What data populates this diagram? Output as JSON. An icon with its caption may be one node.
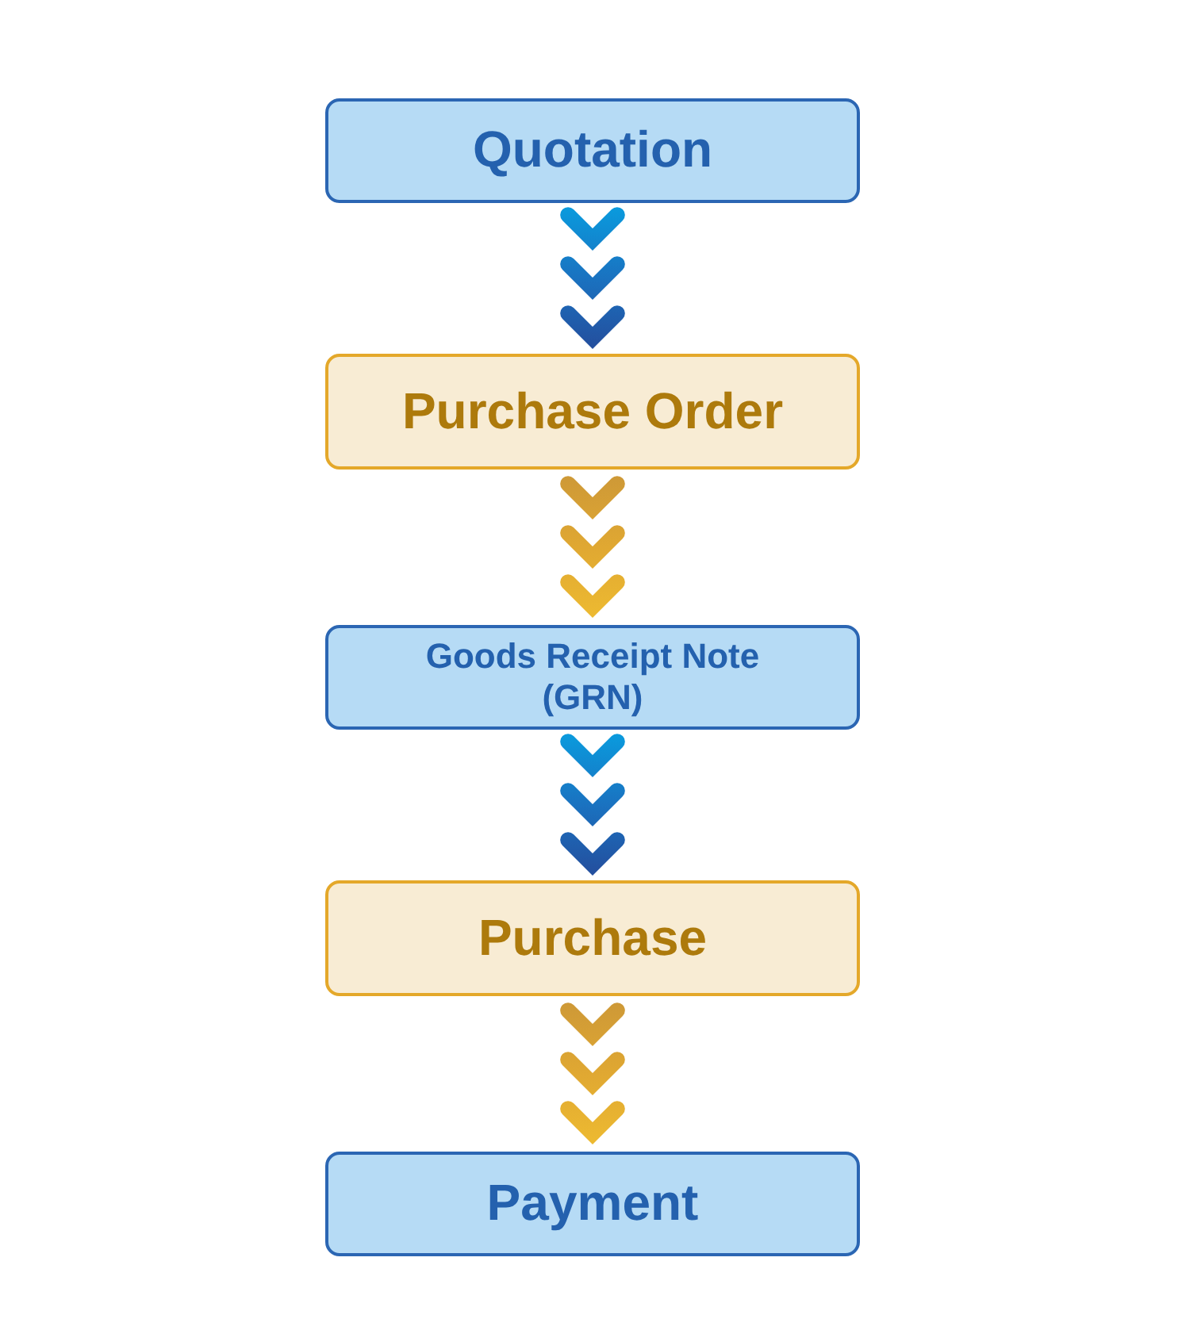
{
  "diagram": {
    "nodes": [
      {
        "text": [
          "Quotation"
        ]
      },
      {
        "text": [
          "Purchase Order"
        ]
      },
      {
        "text": [
          "Goods Receipt Note (GRN)"
        ]
      },
      {
        "text": [
          "Purchase"
        ]
      },
      {
        "text": [
          "Payment"
        ]
      }
    ],
    "edges": [
      {
        "from": 0,
        "to": 1,
        "arrow": "to",
        "color": "#1a72c0"
      },
      {
        "from": 1,
        "to": 2,
        "arrow": "to",
        "color": "#e0a832"
      },
      {
        "from": 2,
        "to": 3,
        "arrow": "to",
        "color": "#1a72c0"
      },
      {
        "from": 3,
        "to": 4,
        "arrow": "to",
        "color": "#e0a832"
      }
    ]
  }
}
